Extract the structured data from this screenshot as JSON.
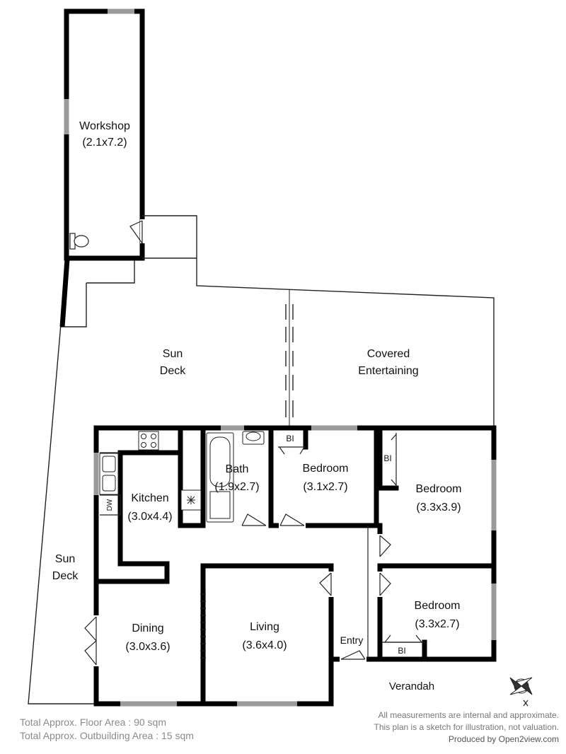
{
  "rooms": {
    "workshop": {
      "name": "Workshop",
      "size": "(2.1x7.2)"
    },
    "sun_deck_top": {
      "line1": "Sun",
      "line2": "Deck"
    },
    "covered": {
      "line1": "Covered",
      "line2": "Entertaining"
    },
    "sun_deck_side": {
      "line1": "Sun",
      "line2": "Deck"
    },
    "bath": {
      "name": "Bath",
      "size": "(1.9x2.7)"
    },
    "bedroom1": {
      "name": "Bedroom",
      "size": "(3.1x2.7)"
    },
    "bedroom2": {
      "name": "Bedroom",
      "size": "(3.3x3.9)"
    },
    "bedroom3": {
      "name": "Bedroom",
      "size": "(3.3x2.7)"
    },
    "kitchen": {
      "name": "Kitchen",
      "size": "(3.0x4.4)"
    },
    "dining": {
      "name": "Dining",
      "size": "(3.0x3.6)"
    },
    "living": {
      "name": "Living",
      "size": "(3.6x4.0)"
    },
    "entry": {
      "name": "Entry"
    },
    "verandah": {
      "name": "Verandah"
    }
  },
  "fixtures": {
    "bi_label": "BI",
    "dw_label": "DW"
  },
  "notes": {
    "line1": "All measurements are internal and approximate.",
    "line2": "This plan is a sketch for illustration, not valuation.",
    "line3": "Produced by Open2view.com"
  },
  "areas": {
    "floor": "Total Approx. Floor Area : 90 sqm",
    "outbuilding": "Total Approx. Outbuilding Area : 15 sqm"
  },
  "colors": {
    "wall": "#000000",
    "thin_line": "#222222",
    "window": "#9a9a9a",
    "note_text": "#777777"
  }
}
